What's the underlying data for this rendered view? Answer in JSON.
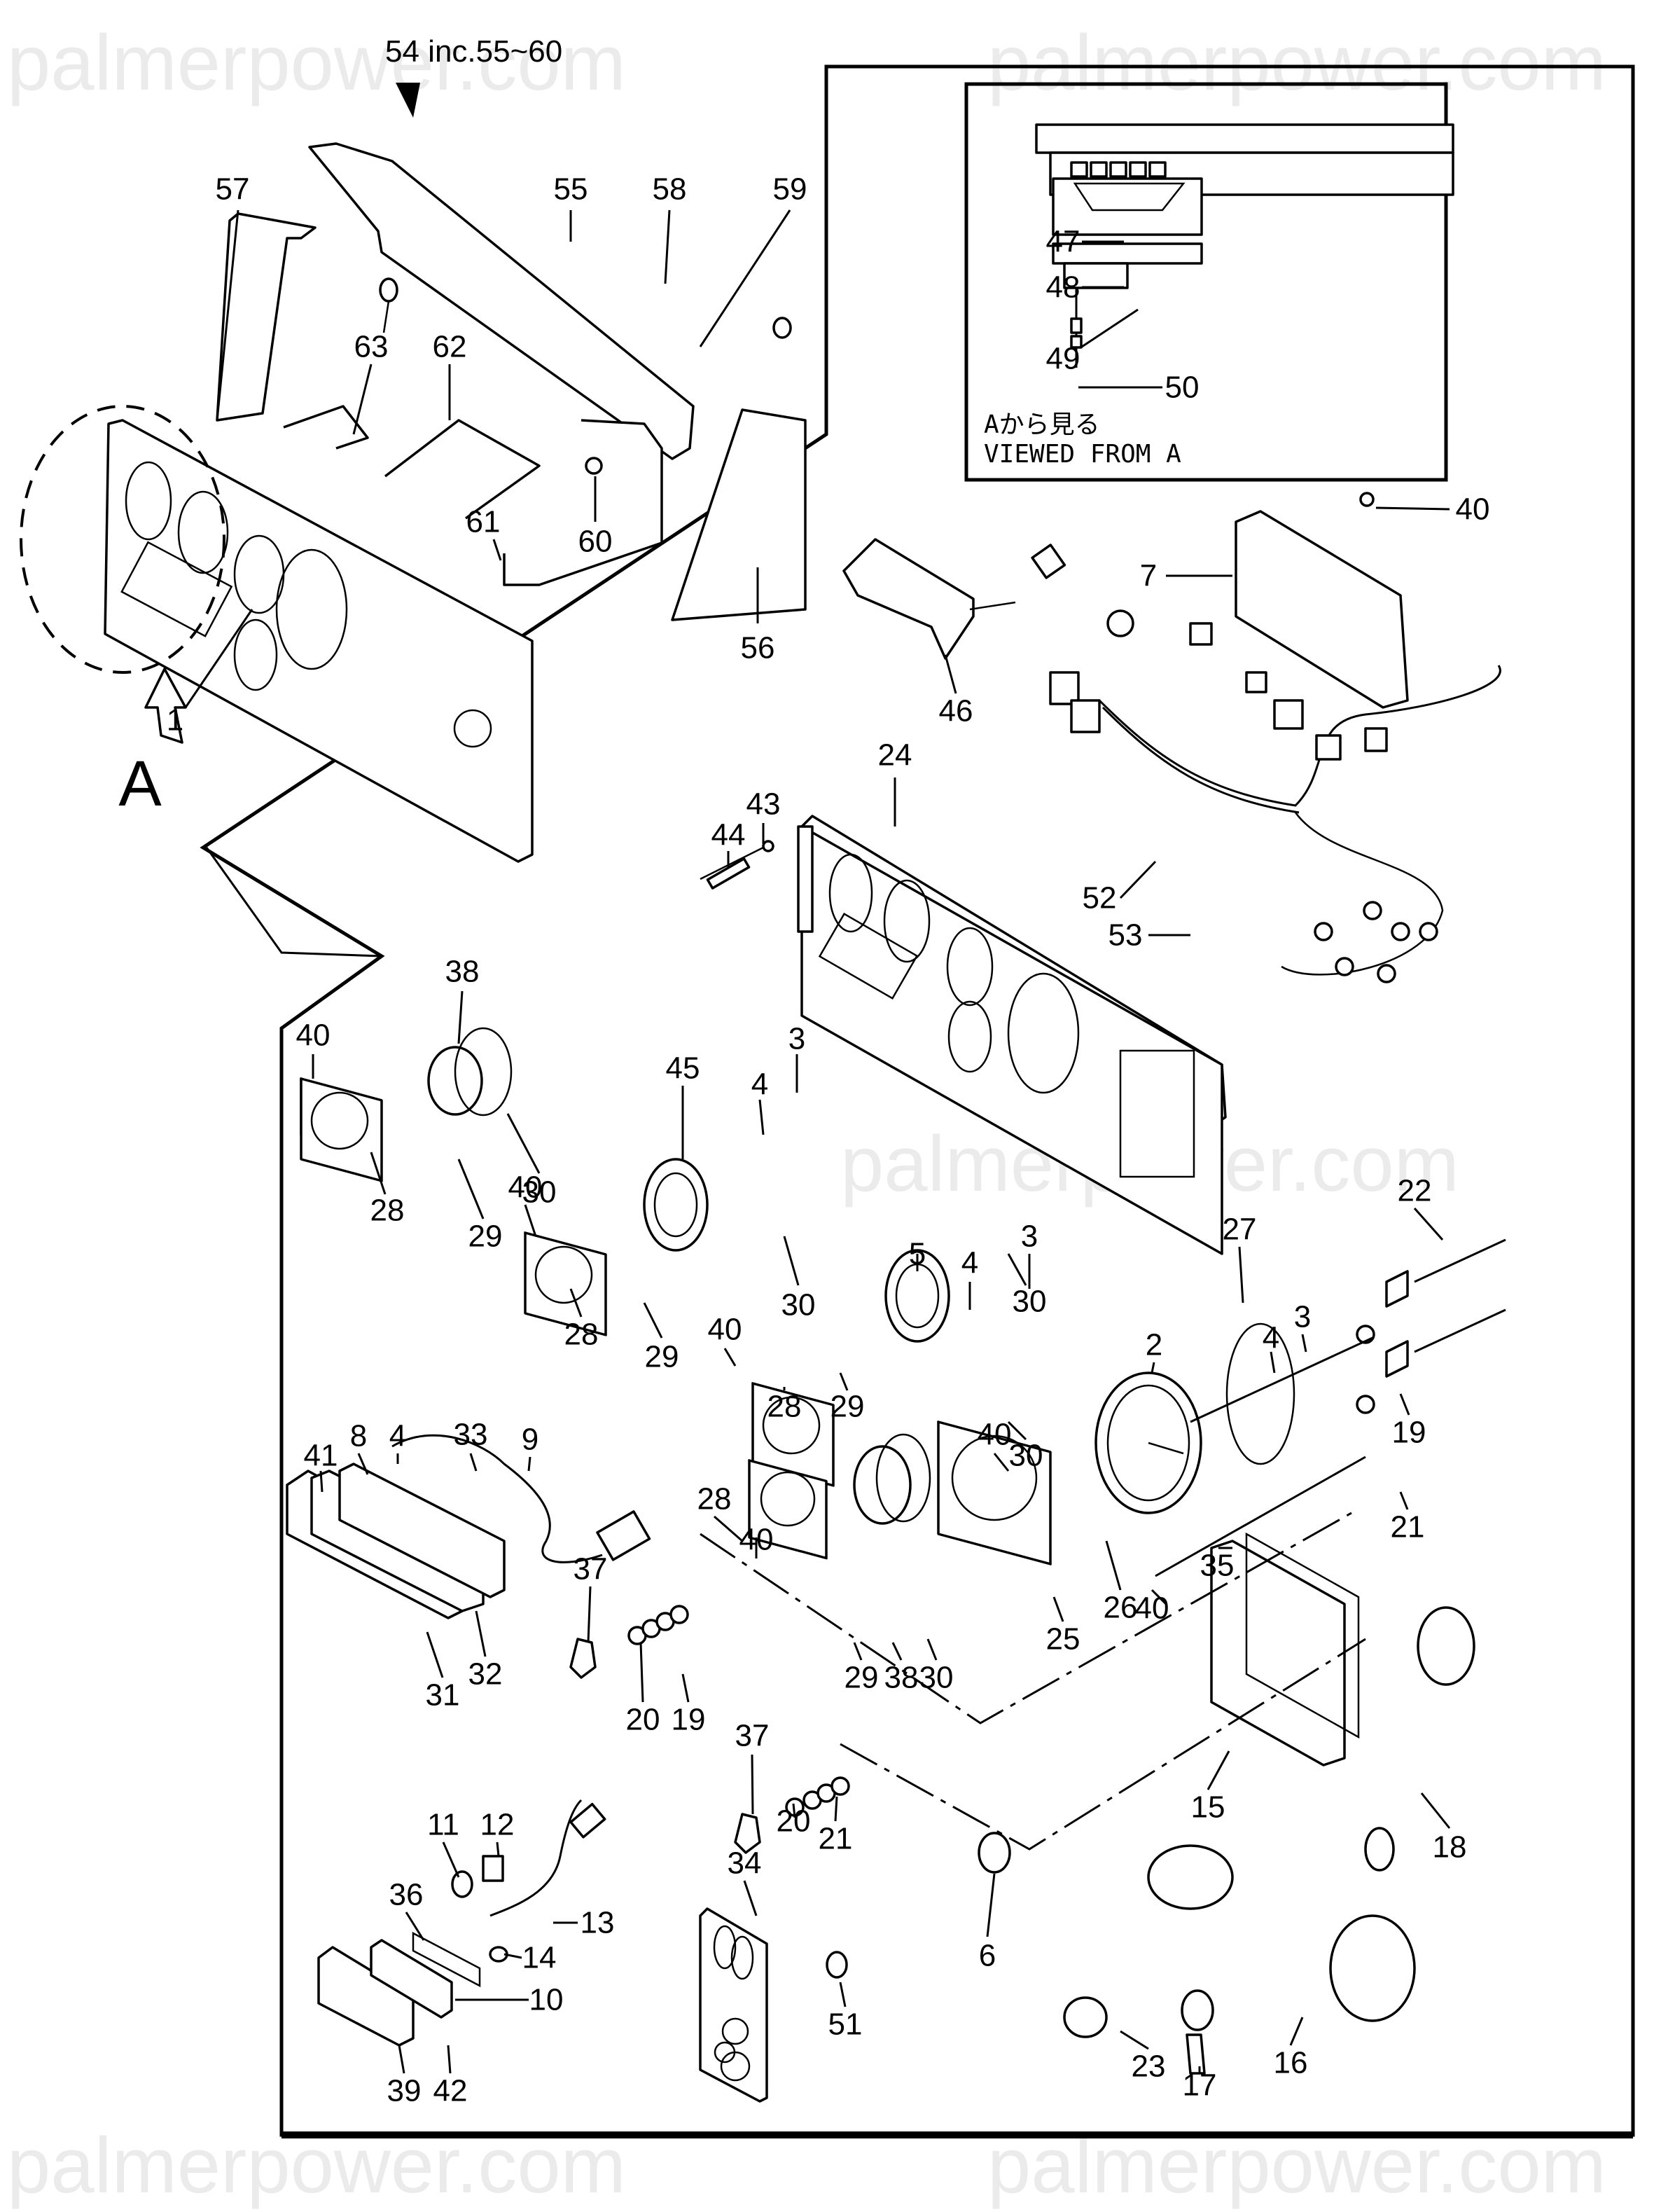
{
  "watermark": "palmerpower.com",
  "assembly_note": "54 inc.55~60",
  "view_letter": "A",
  "inset": {
    "caption_jp": "Aから見る",
    "caption_en": "VIEWED FROM A",
    "callouts": [
      "47",
      "48",
      "49",
      "50"
    ]
  },
  "callouts": [
    {
      "id": "c57",
      "label": "57",
      "part": "cover-side-left"
    },
    {
      "id": "c55",
      "label": "55",
      "part": "cover-top"
    },
    {
      "id": "c58",
      "label": "58",
      "part": "bolt"
    },
    {
      "id": "c59",
      "label": "59",
      "part": "bolt"
    },
    {
      "id": "c63",
      "label": "63",
      "part": "bracket-small"
    },
    {
      "id": "c62",
      "label": "62",
      "part": "bracket"
    },
    {
      "id": "c60",
      "label": "60",
      "part": "nut"
    },
    {
      "id": "c61",
      "label": "61",
      "part": "bracket-frame"
    },
    {
      "id": "c56",
      "label": "56",
      "part": "cover-side-right"
    },
    {
      "id": "c1",
      "label": "1",
      "part": "instrument-panel-assembly"
    },
    {
      "id": "c40a",
      "label": "40",
      "part": "screw"
    },
    {
      "id": "c7",
      "label": "7",
      "part": "controller"
    },
    {
      "id": "c46",
      "label": "46",
      "part": "relay-box"
    },
    {
      "id": "c24",
      "label": "24",
      "part": "panel-plate"
    },
    {
      "id": "c43",
      "label": "43",
      "part": "washer"
    },
    {
      "id": "c44",
      "label": "44",
      "part": "bolt"
    },
    {
      "id": "c52",
      "label": "52",
      "part": "wire-harness"
    },
    {
      "id": "c53",
      "label": "53",
      "part": "harness-clip"
    },
    {
      "id": "c38a",
      "label": "38",
      "part": "lamp"
    },
    {
      "id": "c40b",
      "label": "40",
      "part": "screw"
    },
    {
      "id": "c30a",
      "label": "30",
      "part": "o-ring"
    },
    {
      "id": "c29a",
      "label": "29",
      "part": "bezel-bracket"
    },
    {
      "id": "c28a",
      "label": "28",
      "part": "bezel"
    },
    {
      "id": "c45",
      "label": "45",
      "part": "gauge"
    },
    {
      "id": "c4a",
      "label": "4",
      "part": "bulb"
    },
    {
      "id": "c3a",
      "label": "3",
      "part": "socket"
    },
    {
      "id": "c30b",
      "label": "30",
      "part": "o-ring"
    },
    {
      "id": "c40c",
      "label": "40",
      "part": "screw"
    },
    {
      "id": "c28b",
      "label": "28",
      "part": "bezel"
    },
    {
      "id": "c29b",
      "label": "29",
      "part": "bezel-bracket"
    },
    {
      "id": "c5",
      "label": "5",
      "part": "gauge"
    },
    {
      "id": "c4b",
      "label": "4",
      "part": "bulb"
    },
    {
      "id": "c3b",
      "label": "3",
      "part": "socket"
    },
    {
      "id": "c30c",
      "label": "30",
      "part": "o-ring"
    },
    {
      "id": "c22",
      "label": "22",
      "part": "wire"
    },
    {
      "id": "c27",
      "label": "27",
      "part": "o-ring"
    },
    {
      "id": "c2",
      "label": "2",
      "part": "tachometer"
    },
    {
      "id": "c4c",
      "label": "4",
      "part": "bulb"
    },
    {
      "id": "c3c",
      "label": "3",
      "part": "socket"
    },
    {
      "id": "c40d",
      "label": "40",
      "part": "screw"
    },
    {
      "id": "c28c",
      "label": "28",
      "part": "bezel"
    },
    {
      "id": "c29c",
      "label": "29",
      "part": "bezel-bracket"
    },
    {
      "id": "c40e",
      "label": "40",
      "part": "screw"
    },
    {
      "id": "c30d",
      "label": "30",
      "part": "o-ring"
    },
    {
      "id": "c19a",
      "label": "19",
      "part": "switch"
    },
    {
      "id": "c41",
      "label": "41",
      "part": "screw"
    },
    {
      "id": "c8",
      "label": "8",
      "part": "monitor-lamp"
    },
    {
      "id": "c4d",
      "label": "4",
      "part": "bulb"
    },
    {
      "id": "c33",
      "label": "33",
      "part": "gasket"
    },
    {
      "id": "c9",
      "label": "9",
      "part": "wire-harness"
    },
    {
      "id": "c28d",
      "label": "28",
      "part": "bezel"
    },
    {
      "id": "c40f",
      "label": "40",
      "part": "screw"
    },
    {
      "id": "c21a",
      "label": "21",
      "part": "switch"
    },
    {
      "id": "c35",
      "label": "35",
      "part": "gasket"
    },
    {
      "id": "c40g",
      "label": "40",
      "part": "screw"
    },
    {
      "id": "c26",
      "label": "26",
      "part": "bracket"
    },
    {
      "id": "c25",
      "label": "25",
      "part": "bezel"
    },
    {
      "id": "c29d",
      "label": "29",
      "part": "bezel-bracket"
    },
    {
      "id": "c38b",
      "label": "38",
      "part": "lamp"
    },
    {
      "id": "c30e",
      "label": "30",
      "part": "o-ring"
    },
    {
      "id": "c31",
      "label": "31",
      "part": "bezel"
    },
    {
      "id": "c32",
      "label": "32",
      "part": "gasket"
    },
    {
      "id": "c37a",
      "label": "37",
      "part": "knob"
    },
    {
      "id": "c20a",
      "label": "20",
      "part": "nut"
    },
    {
      "id": "c19b",
      "label": "19",
      "part": "washer-set"
    },
    {
      "id": "c37b",
      "label": "37",
      "part": "knob"
    },
    {
      "id": "c20b",
      "label": "20",
      "part": "nut"
    },
    {
      "id": "c21b",
      "label": "21",
      "part": "washer-set"
    },
    {
      "id": "c15",
      "label": "15",
      "part": "switch-panel"
    },
    {
      "id": "c18",
      "label": "18",
      "part": "ring-nut"
    },
    {
      "id": "c11",
      "label": "11",
      "part": "lens"
    },
    {
      "id": "c12",
      "label": "12",
      "part": "cap"
    },
    {
      "id": "c13",
      "label": "13",
      "part": "harness"
    },
    {
      "id": "c36",
      "label": "36",
      "part": "gasket"
    },
    {
      "id": "c14",
      "label": "14",
      "part": "bulb"
    },
    {
      "id": "c10",
      "label": "10",
      "part": "lamp-housing"
    },
    {
      "id": "c34",
      "label": "34",
      "part": "switch-plate"
    },
    {
      "id": "c6",
      "label": "6",
      "part": "plug"
    },
    {
      "id": "c51",
      "label": "51",
      "part": "plug"
    },
    {
      "id": "c39",
      "label": "39",
      "part": "cover"
    },
    {
      "id": "c42",
      "label": "42",
      "part": "screw"
    },
    {
      "id": "c23",
      "label": "23",
      "part": "horn-button"
    },
    {
      "id": "c17",
      "label": "17",
      "part": "key"
    },
    {
      "id": "c16",
      "label": "16",
      "part": "key-switch"
    }
  ]
}
